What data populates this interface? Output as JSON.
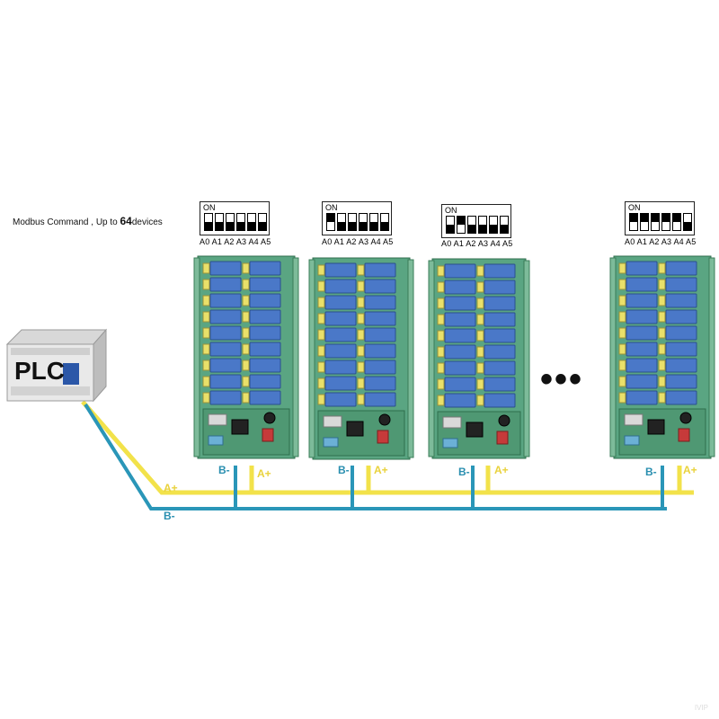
{
  "caption": {
    "prefix": "Modbus Command , Up to ",
    "count": "64",
    "suffix": "devices"
  },
  "plc": {
    "label": "PLC"
  },
  "dip": {
    "on_label": "ON",
    "pins": "A0 A1 A2 A3 A4 A5",
    "settings": [
      [
        false,
        false,
        false,
        false,
        false,
        false
      ],
      [
        true,
        false,
        false,
        false,
        false,
        false
      ],
      [
        false,
        true,
        false,
        false,
        false,
        false
      ],
      [
        true,
        true,
        true,
        true,
        true,
        false
      ]
    ]
  },
  "bus": {
    "a_label": "A+",
    "b_label": "B-"
  },
  "ellipsis": "•••",
  "watermark": "IVIP",
  "colors": {
    "a_line": "#f2e24a",
    "b_line": "#2a96b8",
    "board_green": "#3f9a6a",
    "relay_blue": "#4a78c8"
  }
}
